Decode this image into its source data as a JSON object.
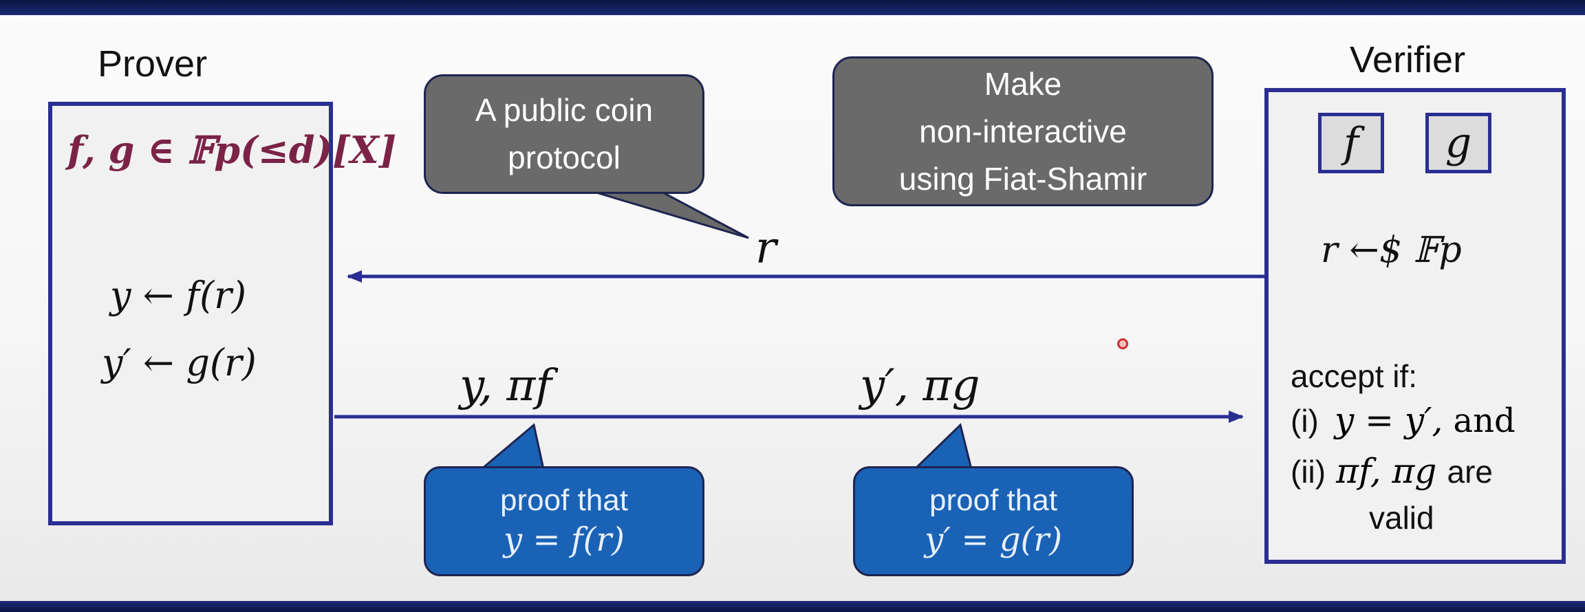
{
  "prover": {
    "title": "Prover",
    "membership": "f, g ∈ 𝔽p(≤d)[X]",
    "step1": "y ← f(r)",
    "step2": "y′ ← g(r)"
  },
  "verifier": {
    "title": "Verifier",
    "box_f": "f",
    "box_g": "g",
    "sample": "r ←$ 𝔽p",
    "accept_heading": "accept if:",
    "cond1_prefix": "(i)",
    "cond1_math": "y = y′,",
    "cond1_suffix": "and",
    "cond2_prefix": "(ii)",
    "cond2_math": "πf, πg",
    "cond2_suffix": "are",
    "cond2_last": "valid"
  },
  "messages": {
    "challenge": "r",
    "resp1": "y,  πf",
    "resp2": "y′,  πg"
  },
  "callouts": {
    "public_coin_line1": "A public coin",
    "public_coin_line2": "protocol",
    "fiat_line1": "Make",
    "fiat_line2": "non-interactive",
    "fiat_line3": "using Fiat-Shamir",
    "proof1_line1": "proof that",
    "proof1_line2": "y = f(r)",
    "proof2_line1": "proof that",
    "proof2_line2": "y′ = g(r)"
  },
  "colors": {
    "box_border": "#2a2e93",
    "highlight_fg": "#7b2347",
    "callout_gray": "#6a6a6a",
    "callout_blue": "#1a62b6",
    "arrow": "#2a2e93"
  }
}
